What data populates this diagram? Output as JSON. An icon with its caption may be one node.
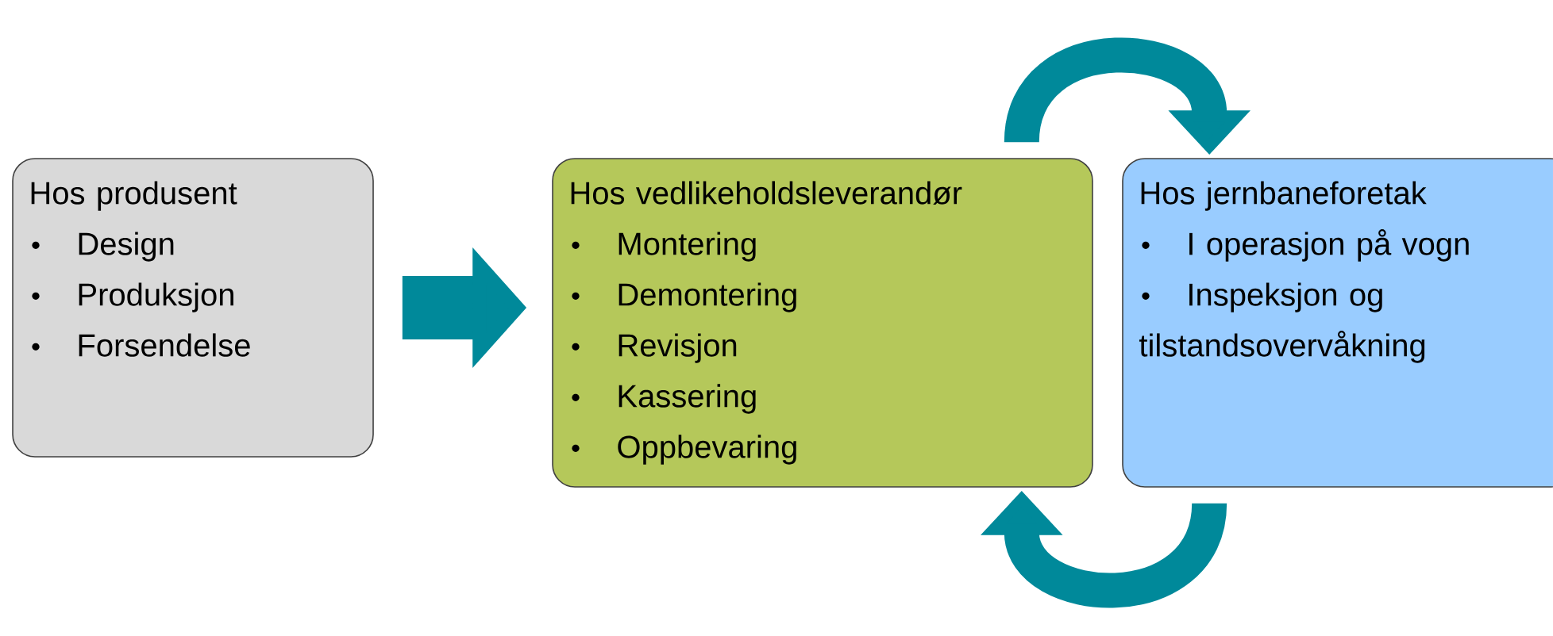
{
  "diagram": {
    "nodes": [
      {
        "text": [
          "Hos produsent",
          "Design",
          "Produksjon",
          "Forsendelse"
        ]
      },
      {
        "text": [
          "Hos vedlikeholdsleverandør",
          "Montering",
          "Demontering",
          "Revisjon",
          "Kassering",
          "Oppbevaring"
        ]
      },
      {
        "text": [
          "Hos jernbaneforetak",
          "I operasjon på vogn",
          "Inspeksjon og tilstandsovervåkning"
        ]
      }
    ],
    "edges": [
      {
        "from": 0,
        "to": 1,
        "arrow": "to",
        "style": "thick"
      },
      {
        "from": 1,
        "to": 2,
        "arrow": "to"
      },
      {
        "from": 2,
        "to": 1,
        "arrow": "to"
      }
    ]
  }
}
